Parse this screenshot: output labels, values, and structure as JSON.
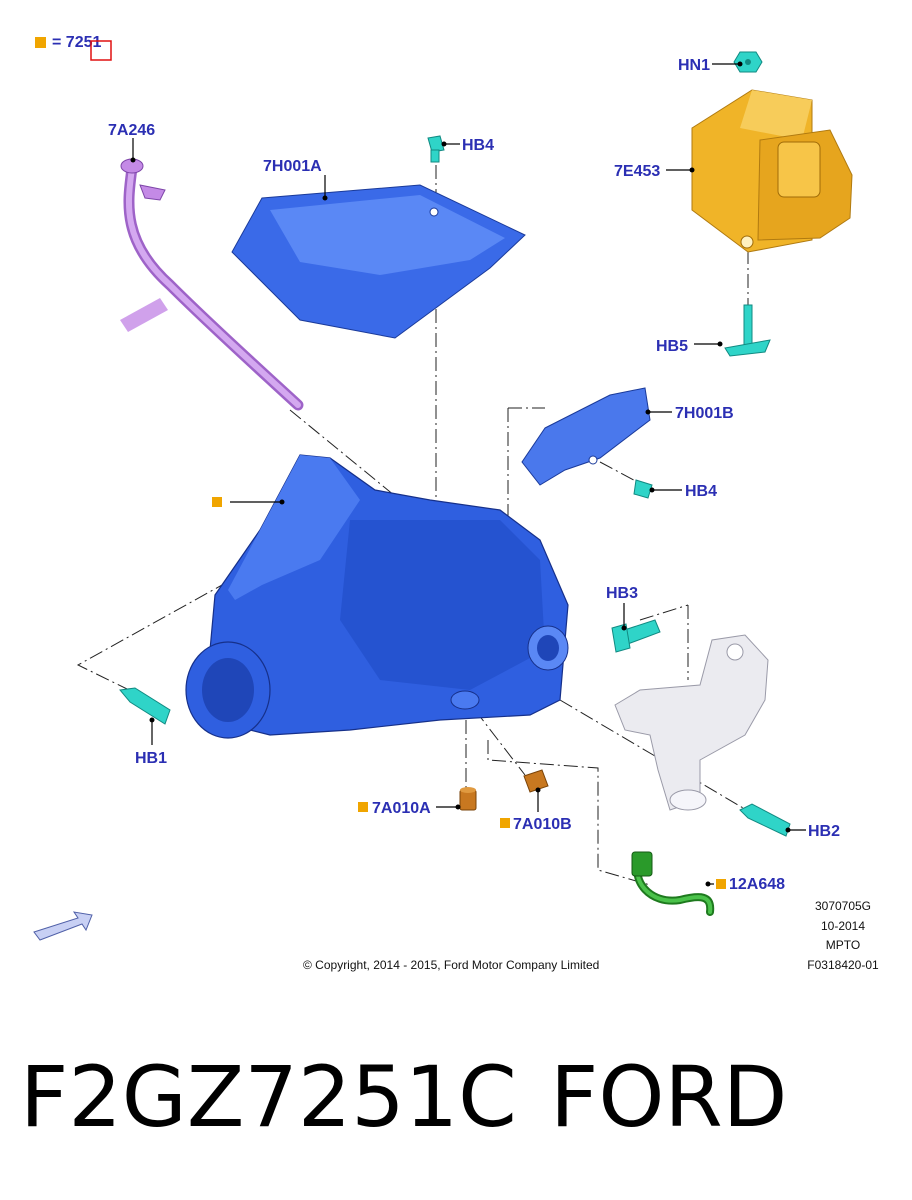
{
  "legend": {
    "swatch_color": "#f0a500",
    "text": "= 7251"
  },
  "callouts": {
    "hn1": "HN1",
    "e7e453": "7E453",
    "a7a246": "7A246",
    "h7h001a": "7H001A",
    "hb4_top": "HB4",
    "hb5": "HB5",
    "h7h001b": "7H001B",
    "hb4_mid": "HB4",
    "hb3": "HB3",
    "hb1": "HB1",
    "hb2": "HB2",
    "a7a010a": "7A010A",
    "a7a010b": "7A010B",
    "a12a648": "12A648"
  },
  "copyright": "© Copyright, 2014 - 2015, Ford Motor Company Limited",
  "figure_info": [
    "3070705G",
    "10-2014",
    "MPTO",
    "F0318420-01"
  ],
  "caption": {
    "part_number": "F2GZ7251C",
    "brand": "FORD"
  },
  "colors": {
    "transfer_case": "#2f5fe0",
    "heat_shield": "#3a6ae8",
    "module": "#f0b428",
    "tube": "#c48ae6",
    "bolt": "#2fd4c8",
    "bracket": "#e8e8ee",
    "plug": "#c87820",
    "harness": "#2a9a2a"
  }
}
